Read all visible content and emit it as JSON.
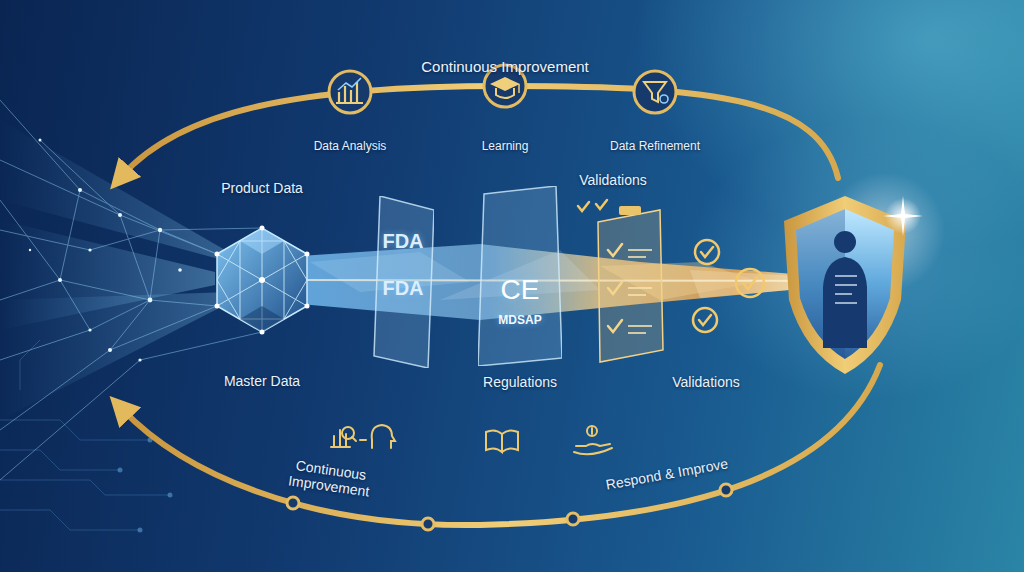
{
  "diagram": {
    "title": "Continuous Improvement",
    "nodes": [
      {
        "text": [
          "FDA",
          "FDA"
        ]
      },
      {
        "text": [
          "CE",
          "MDSAP"
        ]
      }
    ],
    "labels": [
      "Data Analysis",
      "Learning",
      "Data Refinement",
      "Product Data",
      "Validations",
      "Master Data",
      "Regulations",
      "Validations",
      "Continuous Improvement",
      "Respond & Improve"
    ]
  }
}
